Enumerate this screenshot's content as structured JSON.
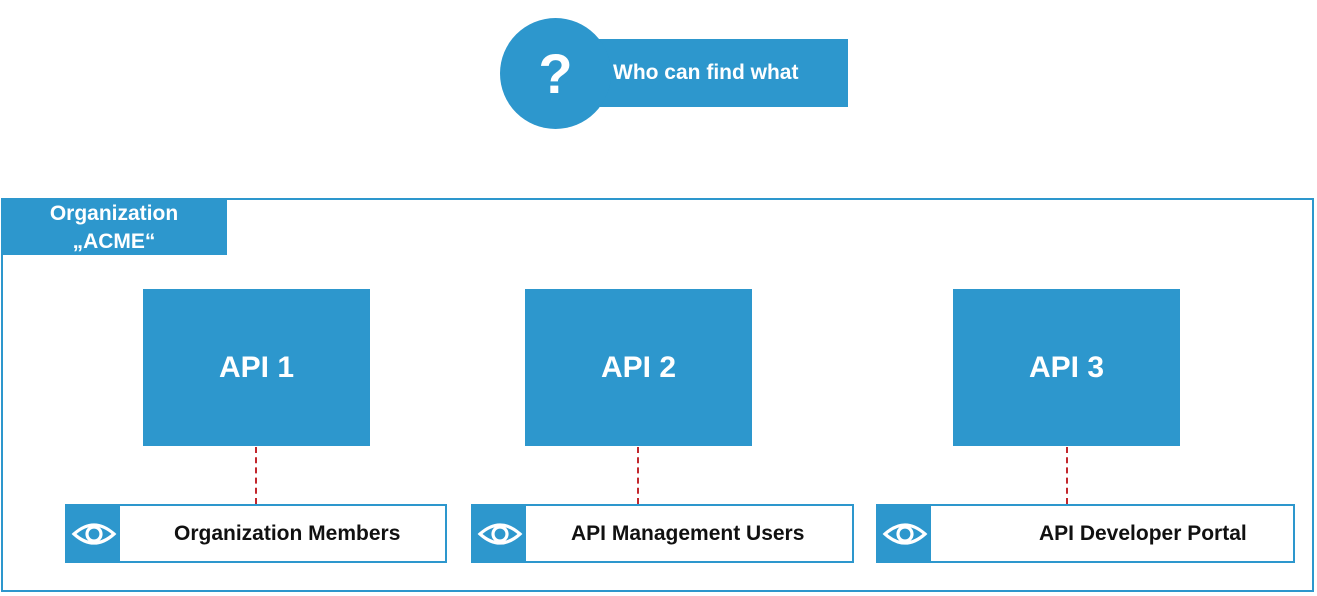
{
  "header": {
    "icon": "question-mark-icon",
    "icon_glyph": "?",
    "title": "Who can find what"
  },
  "organization": {
    "label_line1": "Organization",
    "label_line2": "„ACME“"
  },
  "apis": [
    {
      "label": "API 1",
      "visibility": "Organization Members",
      "visibility_icon": "eye-icon"
    },
    {
      "label": "API 2",
      "visibility": "API Management Users",
      "visibility_icon": "eye-icon"
    },
    {
      "label": "API 3",
      "visibility": "API Developer Portal",
      "visibility_icon": "eye-icon"
    }
  ],
  "colors": {
    "accent": "#2d97cd",
    "connector": "#c2272d",
    "text_dark": "#111111",
    "text_light": "#ffffff"
  }
}
